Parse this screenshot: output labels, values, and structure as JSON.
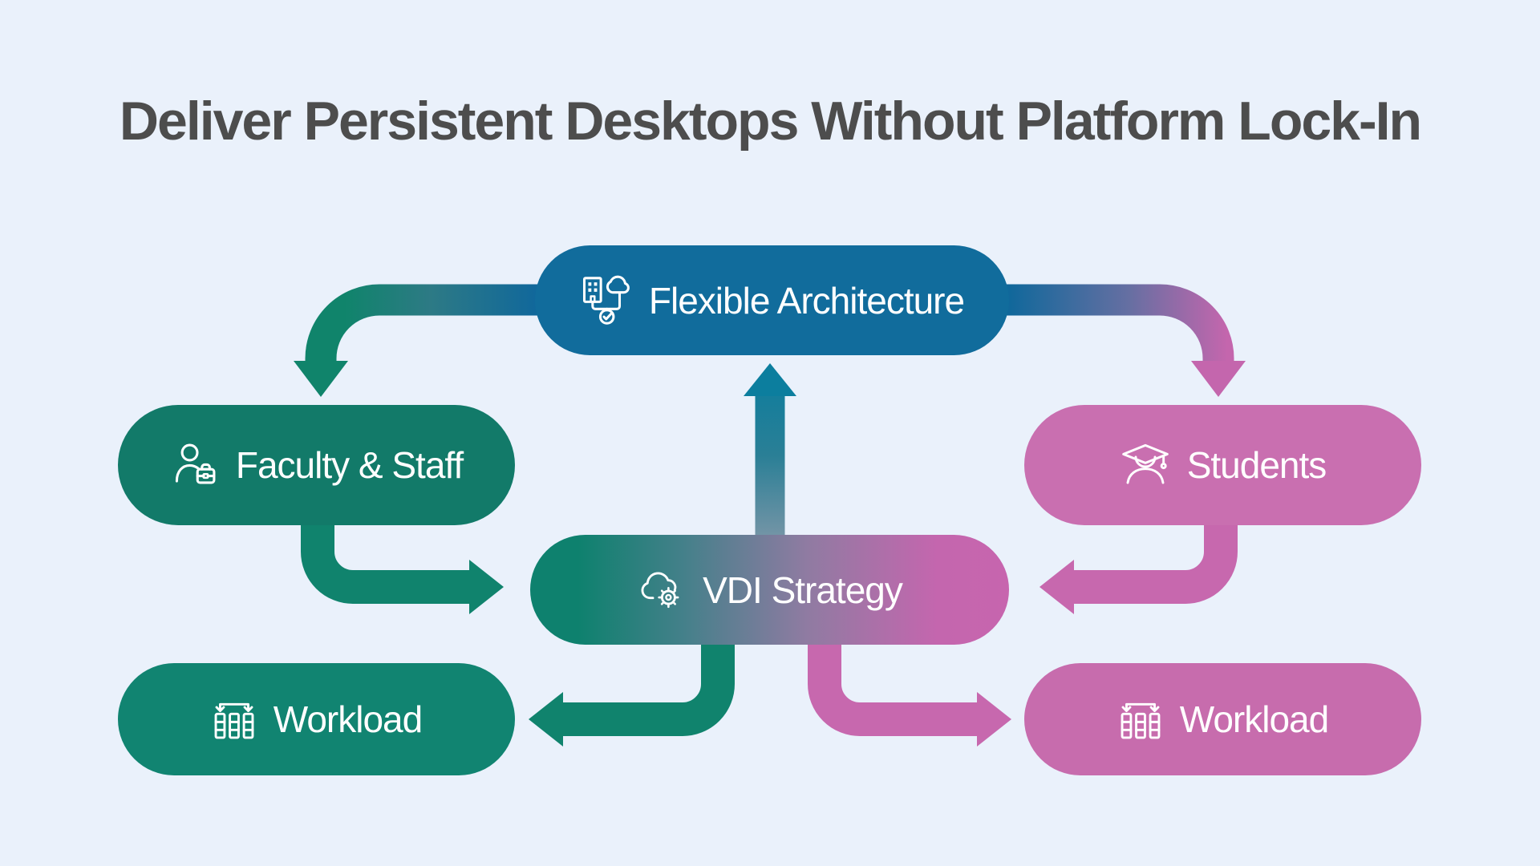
{
  "title": "Deliver Persistent Desktops Without Platform Lock-In",
  "nodes": {
    "flexible_architecture": {
      "label": "Flexible Architecture",
      "icon": "building-cloud-check-icon",
      "color": "#116C9C"
    },
    "faculty_staff": {
      "label": "Faculty & Staff",
      "icon": "person-briefcase-icon",
      "color": "#127A69"
    },
    "students": {
      "label": "Students",
      "icon": "graduation-cap-icon",
      "color": "#C96FB0"
    },
    "vdi_strategy": {
      "label": "VDI Strategy",
      "icon": "cloud-gear-icon",
      "color_gradient": [
        "#0E816E",
        "#C765AE"
      ]
    },
    "workload_left": {
      "label": "Workload",
      "icon": "workload-columns-icon",
      "color": "#118471"
    },
    "workload_right": {
      "label": "Workload",
      "icon": "workload-columns-icon",
      "color": "#C76CAD"
    }
  },
  "connections": [
    {
      "from": "Flexible Architecture",
      "to": "Faculty & Staff",
      "colors": [
        "#11689B",
        "#10846B"
      ]
    },
    {
      "from": "Flexible Architecture",
      "to": "Students",
      "colors": [
        "#11689B",
        "#C466AD"
      ]
    },
    {
      "from": "VDI Strategy",
      "to": "Flexible Architecture",
      "colors": [
        "#8A9BAB",
        "#0C7E9E"
      ]
    },
    {
      "from": "Faculty & Staff",
      "to": "VDI Strategy",
      "colors": [
        "#10836D"
      ]
    },
    {
      "from": "Students",
      "to": "VDI Strategy",
      "colors": [
        "#C768AE"
      ]
    },
    {
      "from": "VDI Strategy",
      "to": "Workload (left)",
      "colors": [
        "#10836D"
      ]
    },
    {
      "from": "VDI Strategy",
      "to": "Workload (right)",
      "colors": [
        "#C768AE"
      ]
    }
  ],
  "palette": {
    "background": "#EAF1FB",
    "title_text": "#4D4D4D",
    "node_text": "#FFFFFF",
    "blue": "#116C9C",
    "teal": "#118471",
    "pink": "#C96FB0"
  }
}
